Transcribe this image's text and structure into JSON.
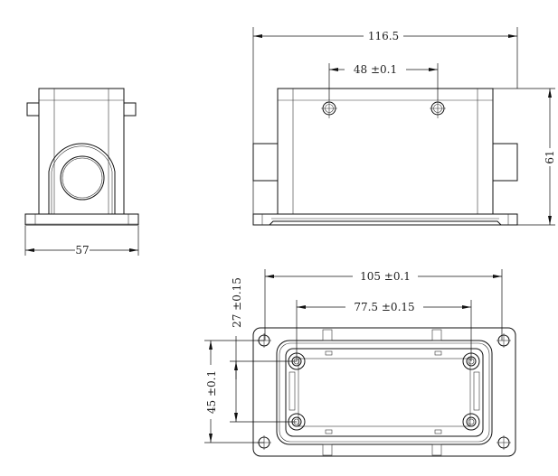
{
  "colors": {
    "line": "#111111",
    "background": "#ffffff"
  },
  "side_view": {
    "width_dim": "57"
  },
  "front_view": {
    "length_dim": "116.5",
    "hole_spacing_dim": "48 ±0.1",
    "height_dim": "61"
  },
  "bottom_view": {
    "mount_spacing_x_dim": "105 ±0.1",
    "screw_spacing_x_dim": "77.5 ±0.15",
    "mount_spacing_y_dim": "45 ±0.1",
    "screw_spacing_y_dim": "27 ±0.15"
  }
}
